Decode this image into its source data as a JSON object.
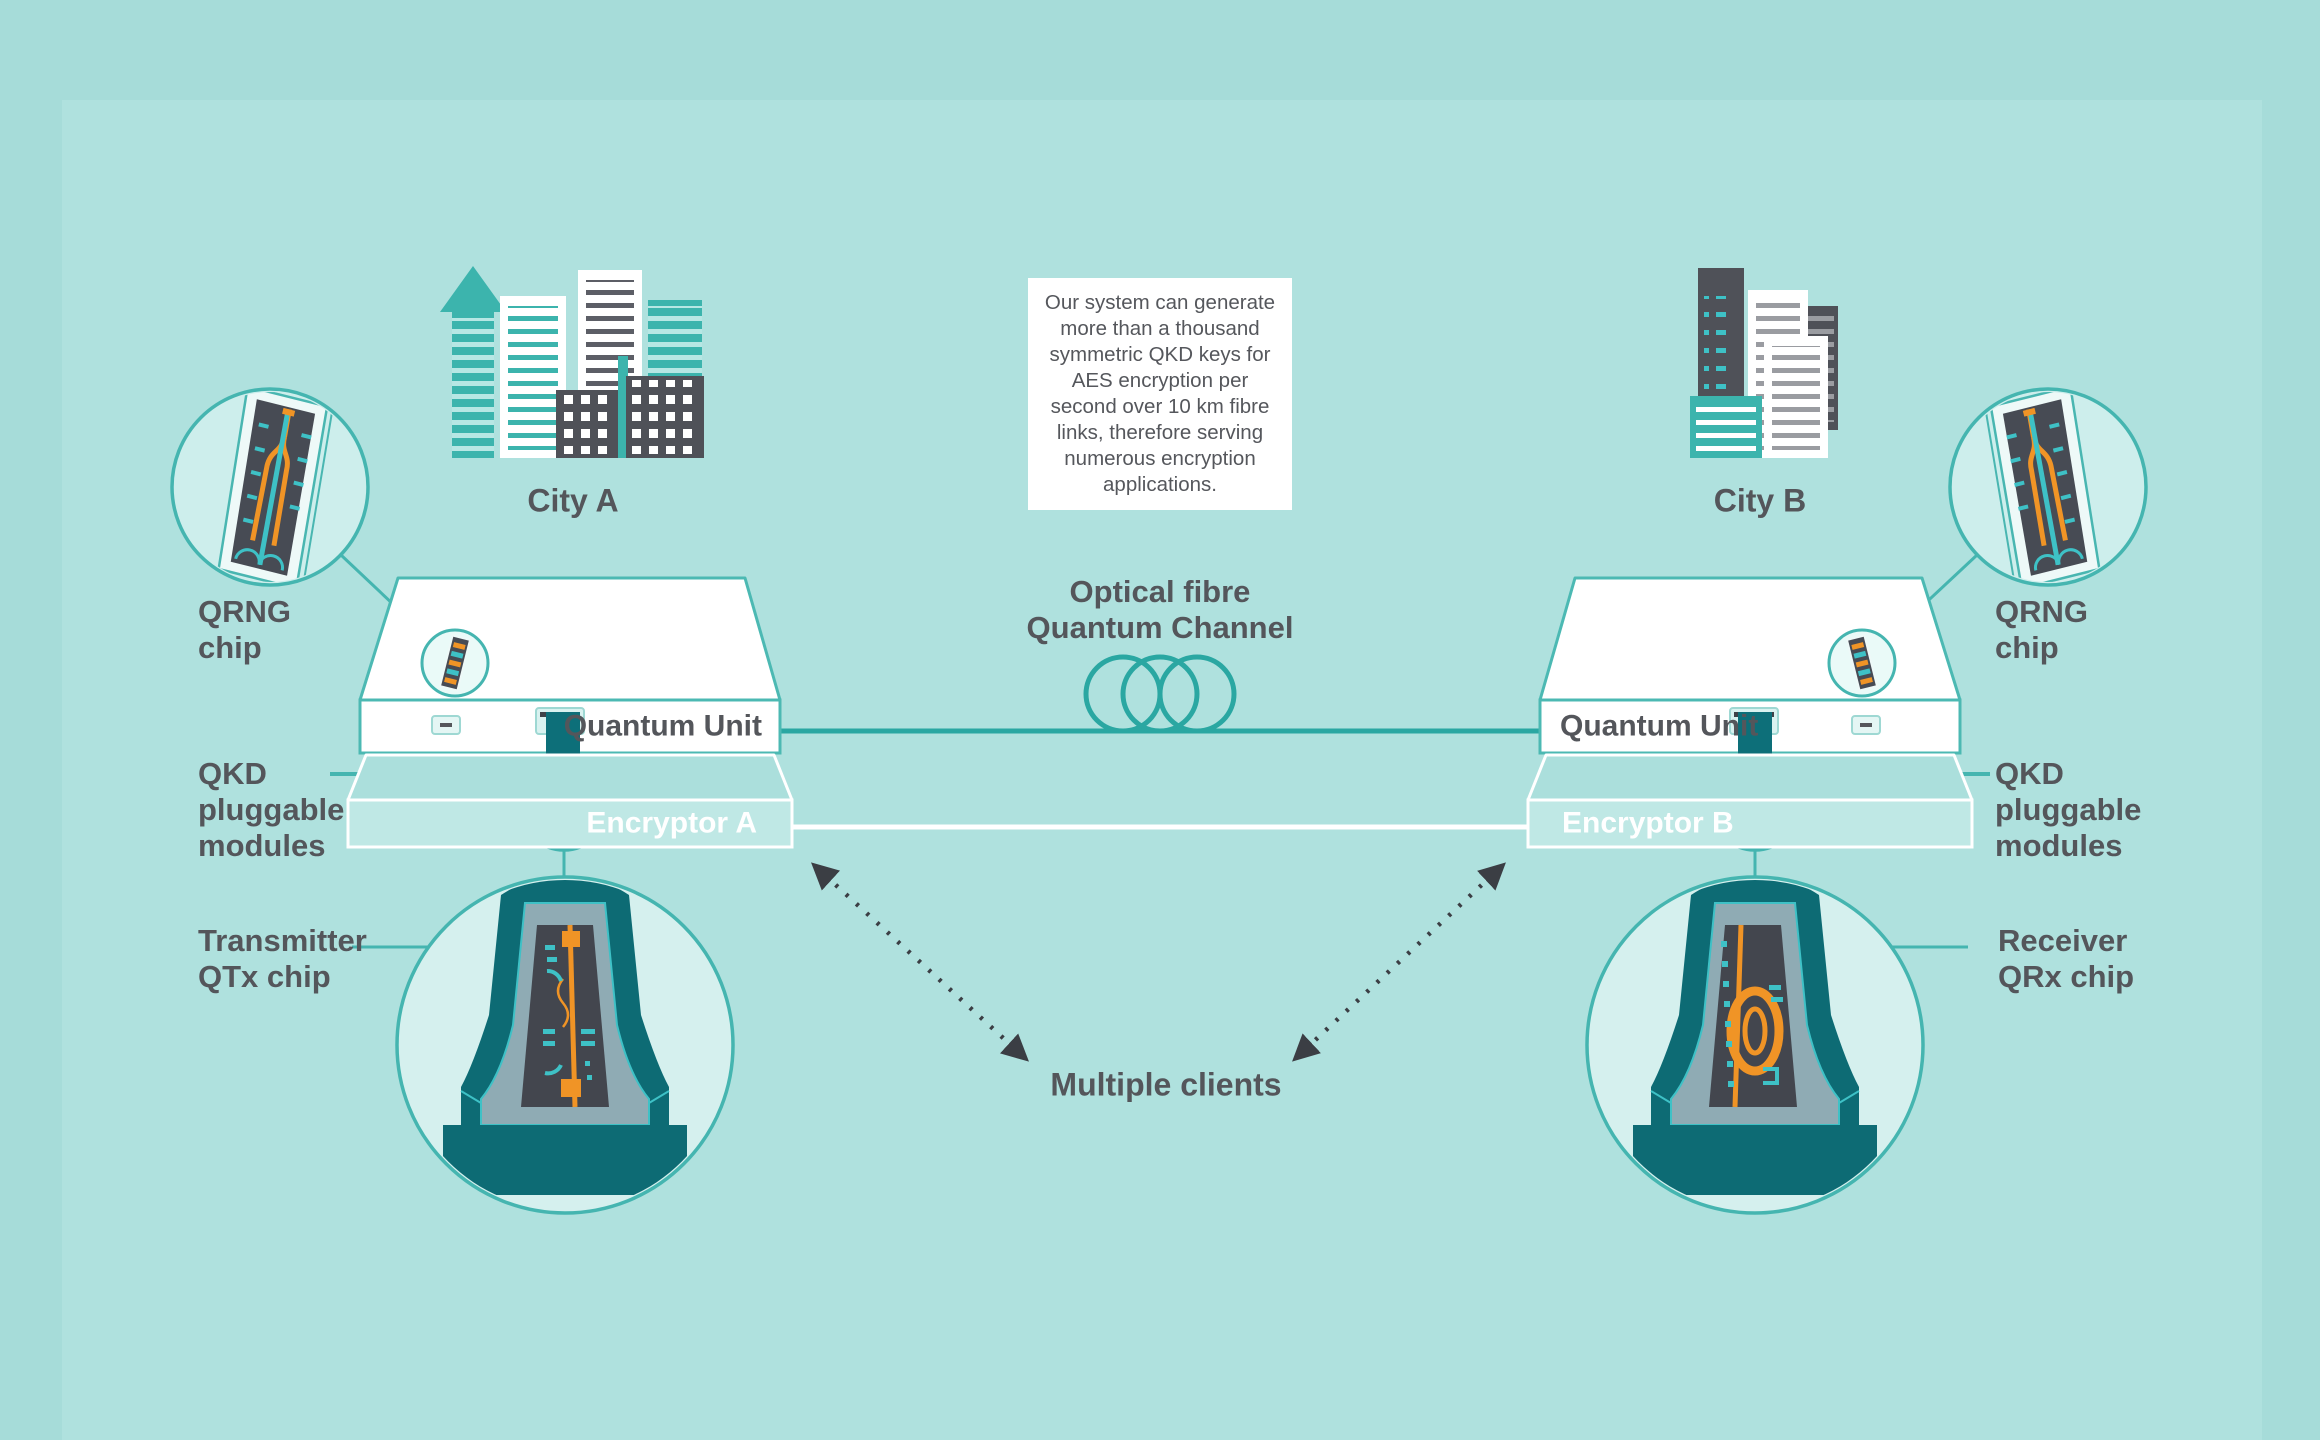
{
  "info_box": {
    "text": "Our system can generate more than a thousand symmetric QKD keys for AES encryption per second over 10 km fibre links, therefore serving numerous encryption applications."
  },
  "city_a": {
    "label": "City A"
  },
  "city_b": {
    "label": "City B"
  },
  "channel": {
    "label": "Optical fibre\nQuantum Channel"
  },
  "unit_a": {
    "label": "Quantum Unit"
  },
  "unit_b": {
    "label": "Quantum Unit"
  },
  "encryptor_a": {
    "label": "Encryptor A"
  },
  "encryptor_b": {
    "label": "Encryptor B"
  },
  "labels": {
    "qrng_left": "QRNG\nchip",
    "qrng_right": "QRNG\nchip",
    "qkd_left": "QKD\npluggable\nmodules",
    "qkd_right": "QKD\npluggable\nmodules",
    "transmitter": "Transmitter\nQTx chip",
    "receiver": "Receiver\nQRx chip",
    "multiple_clients": "Multiple clients"
  },
  "icons": {
    "fibre_coil": "optical-fibre-coil-icon",
    "city_a": "city-skyline-icon",
    "city_b": "city-skyline-icon",
    "qrng_chip": "qrng-chip-icon",
    "qtx_chip": "qtx-chip-icon",
    "qrx_chip": "qrx-chip-icon",
    "pluggable_module": "pluggable-module-icon"
  },
  "colors": {
    "background": "#a6dcd9",
    "panel": "#afe1de",
    "teal_stroke": "#45b5b0",
    "teal_line": "#2aa7a2",
    "dark_teal": "#0d6b74",
    "text_dark": "#54565b",
    "white": "#ffffff",
    "orange": "#f09426",
    "building_dark": "#4f5158",
    "building_teal": "#3cb4ad",
    "circle_fill": "#d5f0ee",
    "encryptor_face": "#bfe8e5",
    "chip_die": "#474b54",
    "module_cavity": "#8fabb4",
    "trace_teal": "#3ec1c6"
  }
}
